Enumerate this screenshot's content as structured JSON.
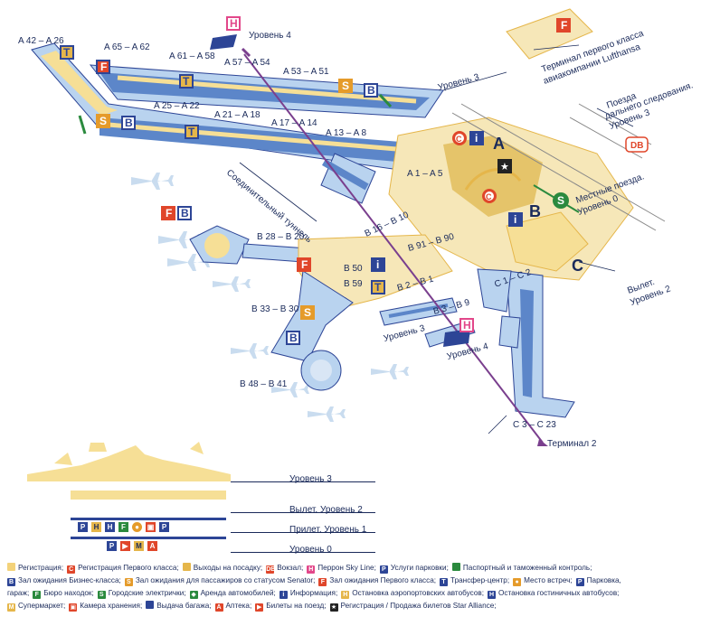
{
  "gates": {
    "a42_a26": "A 42 – A 26",
    "a65_a62": "A 65 – A 62",
    "a61_a58": "A 61 – A 58",
    "a57_a54": "A 57 – A 54",
    "a53_a51": "A 53 – A 51",
    "a25_a22": "A 25 – A 22",
    "a21_a18": "A 21 – A 18",
    "a17_a14": "A 17 – A 14",
    "a13_a8": "A 13 – A 8",
    "a1_a5": "A 1 – A 5",
    "b16_b10": "B 16 – B 10",
    "b28_b20": "B 28 – B 20",
    "b91_b90": "B 91 – B 90",
    "b50": "B 50",
    "b59": "B 59",
    "b2_b1": "B 2 – B 1",
    "b3_b9": "B 3 – B 9",
    "b33_b30": "B 33 – B 30",
    "b48_b41": "B 48 – B 41",
    "c1_c2": "C 1 – C 2",
    "c3_c23": "C 3 – C 23"
  },
  "labels": {
    "level4_top": "Уровень 4",
    "level3_top": "Уровень 3",
    "lufthansa_line1": "Терминал первого класса",
    "lufthansa_line2": "авиакомпании Lufthansa",
    "long_trains_1": "Поезда",
    "long_trains_2": "дальнего следования.",
    "long_trains_3": "Уровень 3",
    "local_trains_1": "Местные поезда.",
    "local_trains_2": "Уровень 0",
    "tunnel": "Соединительный туннель",
    "departure_level": "Вылет.",
    "departure_level_2": "Уровень 2",
    "level3_b": "Уровень 3",
    "level4_b": "Уровень 4",
    "terminal2": "Терминал 2",
    "hall_a": "A",
    "hall_b": "B",
    "hall_c": "C",
    "db": "DB"
  },
  "icon_letters": {
    "first_class": "F",
    "transfer": "T",
    "senator": "S",
    "business": "B",
    "sky_line": "H",
    "info": "i",
    "first_reg": "C",
    "s_bahn": "S"
  },
  "levels": {
    "l3": "Уровень 3",
    "l2": "Вылет. Уровень 2",
    "l1": "Прилет. Уровень 1",
    "l0": "Уровень 0"
  },
  "legend": [
    [
      {
        "sym": "",
        "color": "#f3d27a",
        "text": "Регистрация;"
      },
      {
        "sym": "C",
        "color": "#e0462a",
        "text": "Регистрация Первого класса;"
      },
      {
        "sym": "",
        "color": "#e5b64a",
        "text": "Выходы на посадку;"
      },
      {
        "sym": "DB",
        "color": "#e0462a",
        "text": "Вокзал;"
      },
      {
        "sym": "H",
        "color": "#e2478a",
        "text": "Перрон Sky Line;"
      },
      {
        "sym": "P",
        "color": "#2d4596",
        "text": "Услуги парковки;"
      },
      {
        "sym": "",
        "color": "#2b8a3e",
        "text": "Паспортный и таможенный контроль;"
      }
    ],
    [
      {
        "sym": "B",
        "color": "#2d4596",
        "text": "Зал ожидания Бизнес-класса;"
      },
      {
        "sym": "S",
        "color": "#e59b2a",
        "text": "Зал ожидания для пассажиров со статусом Senator;"
      },
      {
        "sym": "F",
        "color": "#e0462a",
        "text": "Зал ожидания Первого класса;"
      },
      {
        "sym": "T",
        "color": "#2d4596",
        "text": "Трансфер-центр;"
      },
      {
        "sym": "●",
        "color": "#e59b2a",
        "text": "Место встреч;"
      },
      {
        "sym": "P",
        "color": "#2d4596",
        "text": "Парковка,"
      }
    ],
    [
      {
        "sym": "",
        "color": "",
        "text": "гараж;"
      },
      {
        "sym": "F",
        "color": "#2b8a3e",
        "text": "Бюро находок;"
      },
      {
        "sym": "S",
        "color": "#2b8a3e",
        "text": "Городские электрички;"
      },
      {
        "sym": "◆",
        "color": "#2b8a3e",
        "text": "Аренда автомобилей;"
      },
      {
        "sym": "i",
        "color": "#2d4596",
        "text": "Информация;"
      },
      {
        "sym": "H",
        "color": "#e5b64a",
        "text": "Остановка аэропортовских автобусов;"
      },
      {
        "sym": "H",
        "color": "#2d4596",
        "text": "Остановка гостиничных автобусов;"
      }
    ],
    [
      {
        "sym": "M",
        "color": "#e5b64a",
        "text": "Супермаркет;"
      },
      {
        "sym": "▣",
        "color": "#e0462a",
        "text": "Камера хранения;"
      },
      {
        "sym": "",
        "color": "#2d4596",
        "text": "Выдача багажа;"
      },
      {
        "sym": "A",
        "color": "#e0462a",
        "text": "Аптека;"
      },
      {
        "sym": "▶",
        "color": "#e0462a",
        "text": "Билеты на поезд;"
      },
      {
        "sym": "★",
        "color": "#222222",
        "text": "Регистрация / Продажа билетов Star Alliance;"
      }
    ]
  ],
  "colors": {
    "terminal_fill": "#b9d3ef",
    "terminal_dark": "#2d4596",
    "gate_yellow": "#f6df96",
    "icon_red": "#e0462a",
    "icon_orange": "#e59b2a",
    "icon_blue": "#2d4596",
    "icon_pink": "#e2478a",
    "icon_green": "#2b8a3e",
    "skyline_purple": "#7a3f8e",
    "plane_blue": "#c9dcef"
  }
}
